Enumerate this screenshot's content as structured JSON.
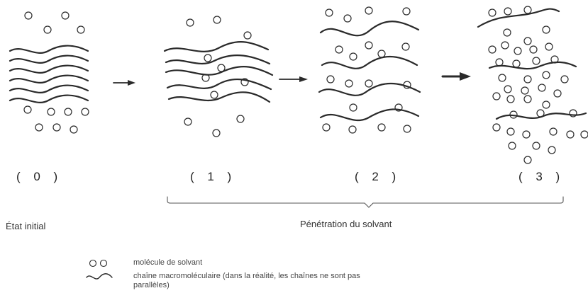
{
  "stages": [
    {
      "label": "( 0 )"
    },
    {
      "label": "( 1 )"
    },
    {
      "label": "( 2 )"
    },
    {
      "label": "( 3 )"
    }
  ],
  "captions": {
    "initial": "État initial",
    "penetration": "Pénétration du solvant"
  },
  "legend": {
    "solvent": "molécule de solvant",
    "chain_line1": "chaîne macromoléculaire (dans la réalité, les chaînes ne sont pas",
    "chain_line2": "parallèles)"
  }
}
